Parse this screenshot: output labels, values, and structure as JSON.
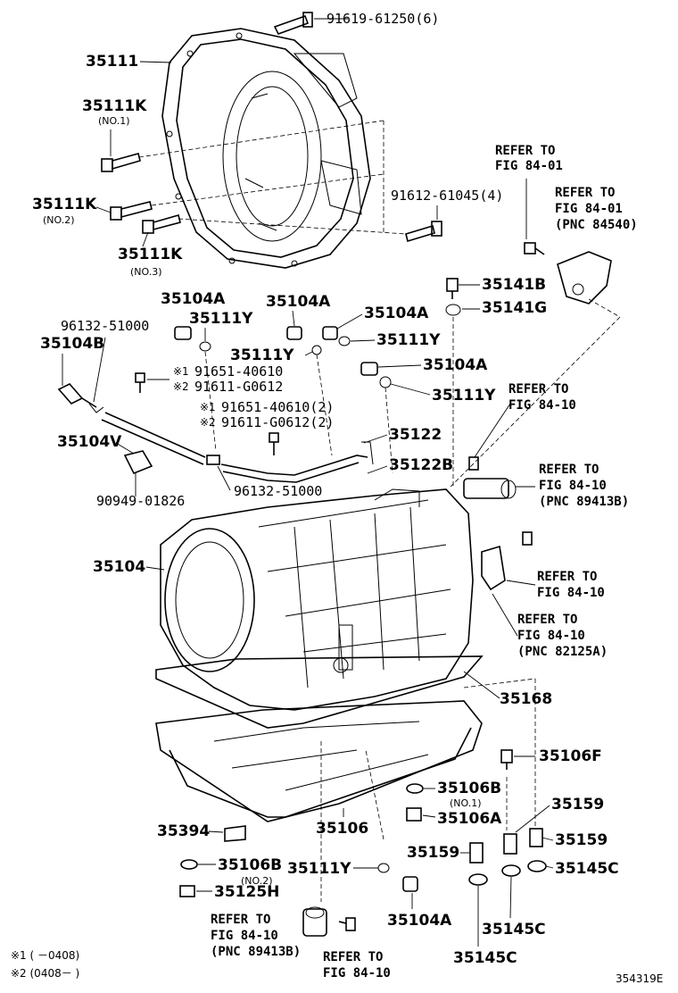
{
  "labels": {
    "bolt_top": "91619-61250(6)",
    "bell_housing": "35111",
    "bolt_no1": "35111K",
    "bolt_no1_sub": "(NO.1)",
    "bolt_no2": "35111K",
    "bolt_no2_sub": "(NO.2)",
    "bolt_no3": "35111K",
    "bolt_no3_sub": "(NO.3)",
    "bolt_mid": "91612-61045(4)",
    "union_a1": "35104A",
    "union_a2": "35104A",
    "union_a3": "35104A",
    "union_a4": "35104A",
    "union_a5": "35104A",
    "oring_1": "35111Y",
    "oring_2": "35111Y",
    "oring_3": "35111Y",
    "oring_4": "35111Y",
    "oring_5": "35111Y",
    "hose_1": "96132-51000",
    "hose_2": "96132-51000",
    "union_b": "35104B",
    "bolt_alt1_mark": "※1",
    "bolt_alt1": "91651-40610",
    "bolt_alt2_mark": "※2",
    "bolt_alt2": "91611-G0612",
    "bolt_alt3_mark": "※1",
    "bolt_alt3": "91651-40610(2)",
    "bolt_alt4_mark": "※2",
    "bolt_alt4": "91611-G0612(2)",
    "tube": "35122",
    "tube_clamp": "35122B",
    "vent": "35104V",
    "clip": "90949-01826",
    "breather_plug": "35141B",
    "breather_gasket": "35141G",
    "transmission": "35104",
    "pan_gasket": "35168",
    "pan_bolt": "35106F",
    "pan": "35106",
    "gasket_no1": "35106B",
    "gasket_no1_sub": "(NO.1)",
    "plug_a": "35106A",
    "plug_159a": "35159",
    "plug_159b": "35159",
    "plug_159c": "35159",
    "gasket_145a": "35145C",
    "gasket_145b": "35145C",
    "gasket_145c": "35145C",
    "magnet": "35394",
    "gasket_no2": "35106B",
    "gasket_no2_sub": "(NO.2)",
    "drain_plug": "35125H",
    "footnote_1": "※1 (      －0408)",
    "footnote_2": "※2 (0408－      )",
    "diagram_code": "354319E"
  },
  "refs": {
    "r1": [
      "REFER TO",
      "FIG 84-01"
    ],
    "r2": [
      "REFER TO",
      "FIG 84-01",
      "(PNC 84540)"
    ],
    "r3": [
      "REFER TO",
      "FIG 84-10"
    ],
    "r4": [
      "REFER TO",
      "FIG 84-10",
      "(PNC 89413B)"
    ],
    "r5": [
      "REFER TO",
      "FIG 84-10"
    ],
    "r6": [
      "REFER TO",
      "FIG 84-10",
      "(PNC 82125A)"
    ],
    "r7": [
      "REFER TO",
      "FIG 84-10",
      "(PNC 89413B)"
    ],
    "r8": [
      "REFER TO",
      "FIG 84-10"
    ]
  }
}
